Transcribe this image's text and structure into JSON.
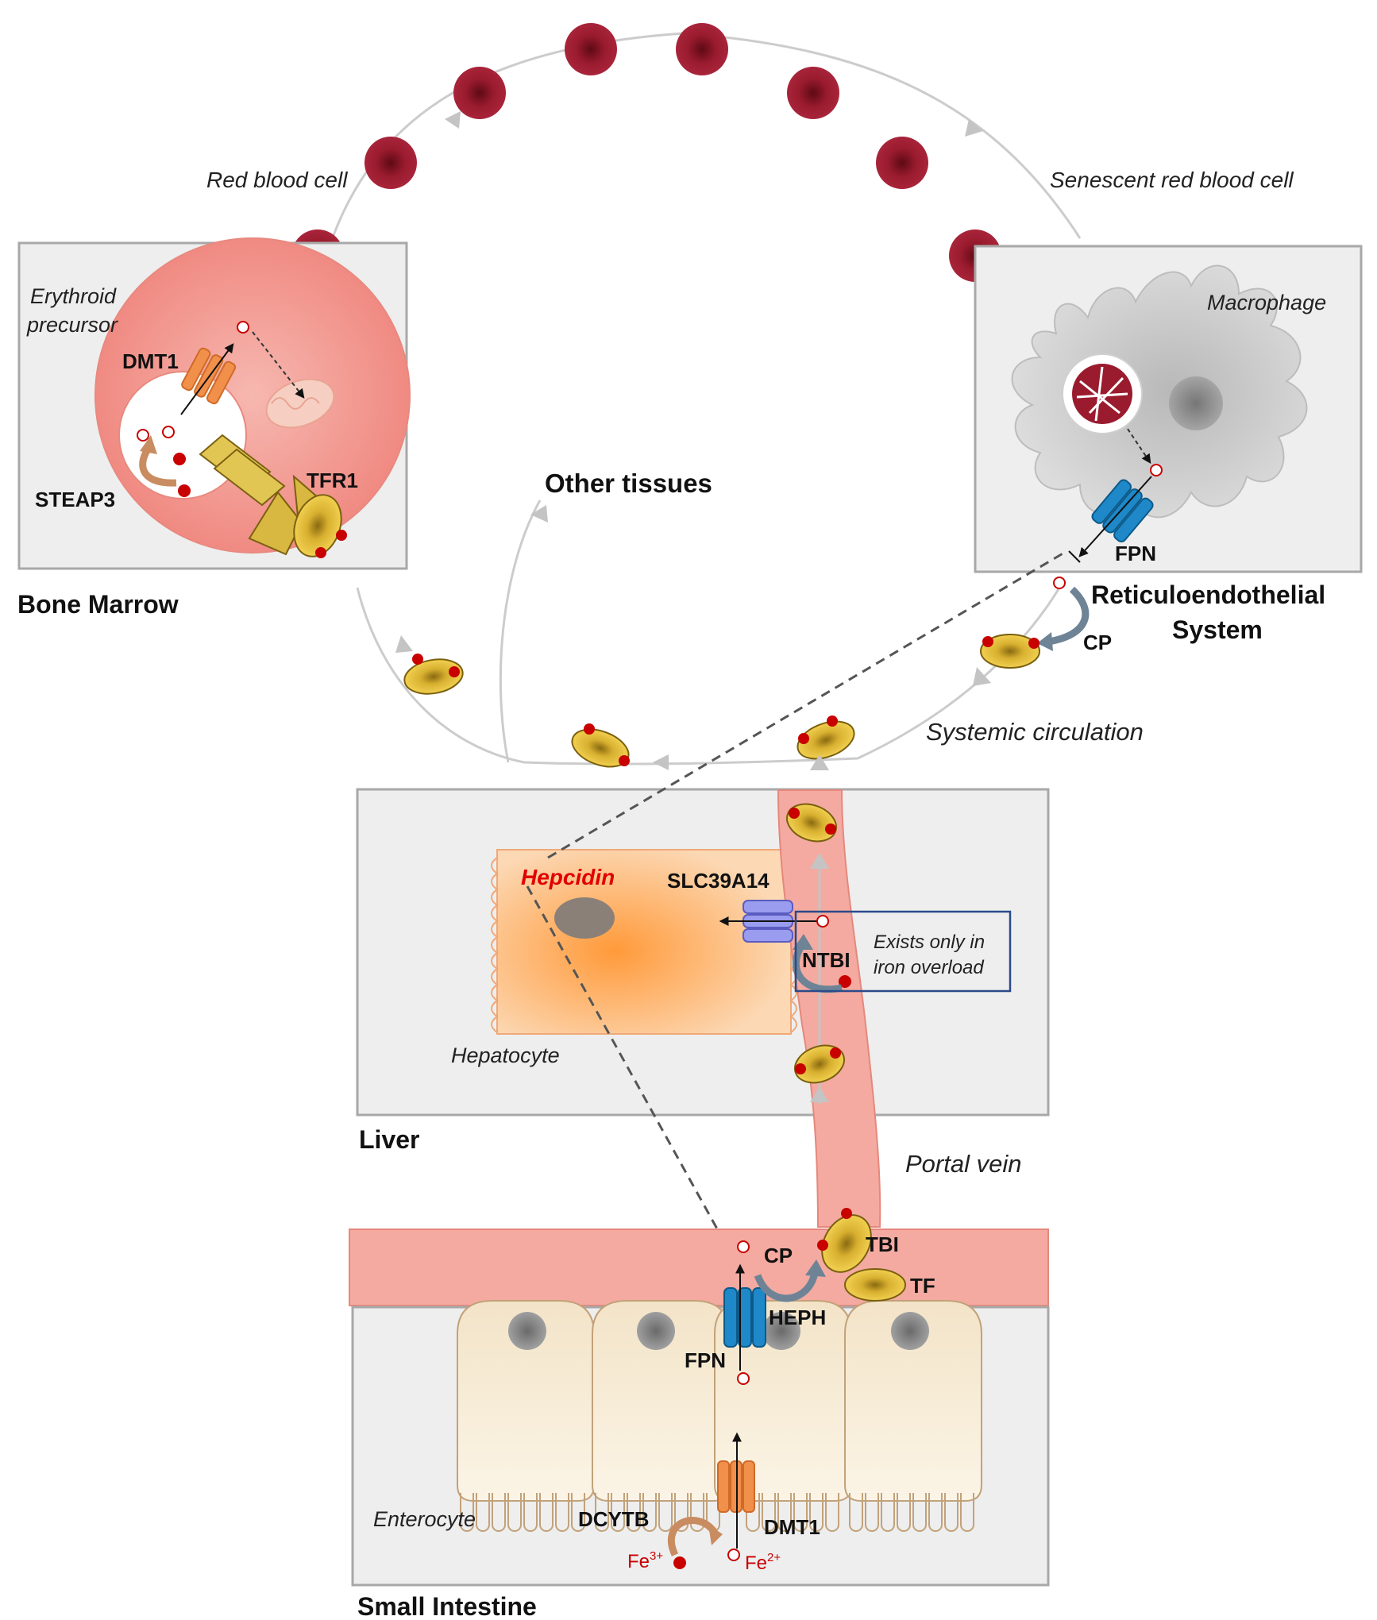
{
  "panels": {
    "bone_marrow": {
      "title": "Bone Marrow",
      "cell_label_1": "Erythroid",
      "cell_label_2": "precursor",
      "dmt1": "DMT1",
      "steap3": "STEAP3",
      "tfr1": "TFR1"
    },
    "res": {
      "title_1": "Reticuloendothelial",
      "title_2": "System",
      "cell_label": "Macrophage",
      "fpn": "FPN",
      "cp": "CP"
    },
    "liver": {
      "title": "Liver",
      "hepcidin": "Hepcidin",
      "slc": "SLC39A14",
      "ntbi": "NTBI",
      "note_1": "Exists only in",
      "note_2": "iron overload",
      "cell_label": "Hepatocyte"
    },
    "intestine": {
      "title": "Small Intestine",
      "cell_label": "Enterocyte",
      "cp": "CP",
      "heph": "HEPH",
      "fpn": "FPN",
      "tbi": "TBI",
      "tf": "TF",
      "dcytb": "DCYTB",
      "dmt1": "DMT1",
      "fe3": "Fe",
      "fe3_sup": "3+",
      "fe2": "Fe",
      "fe2_sup": "2+"
    }
  },
  "labels": {
    "red_blood_cell": "Red blood cell",
    "senescent": "Senescent red blood cell",
    "other_tissues": "Other tissues",
    "systemic": "Systemic circulation",
    "portal_vein": "Portal vein"
  },
  "colors": {
    "rbc": "#9a1b2e",
    "transferrin": "#e8c23a",
    "iron": "#c80000",
    "fpn": "#1e88c8",
    "dmt1": "#f0904a",
    "vessel": "#f4aaa0",
    "hepcidin": "#e00000"
  }
}
